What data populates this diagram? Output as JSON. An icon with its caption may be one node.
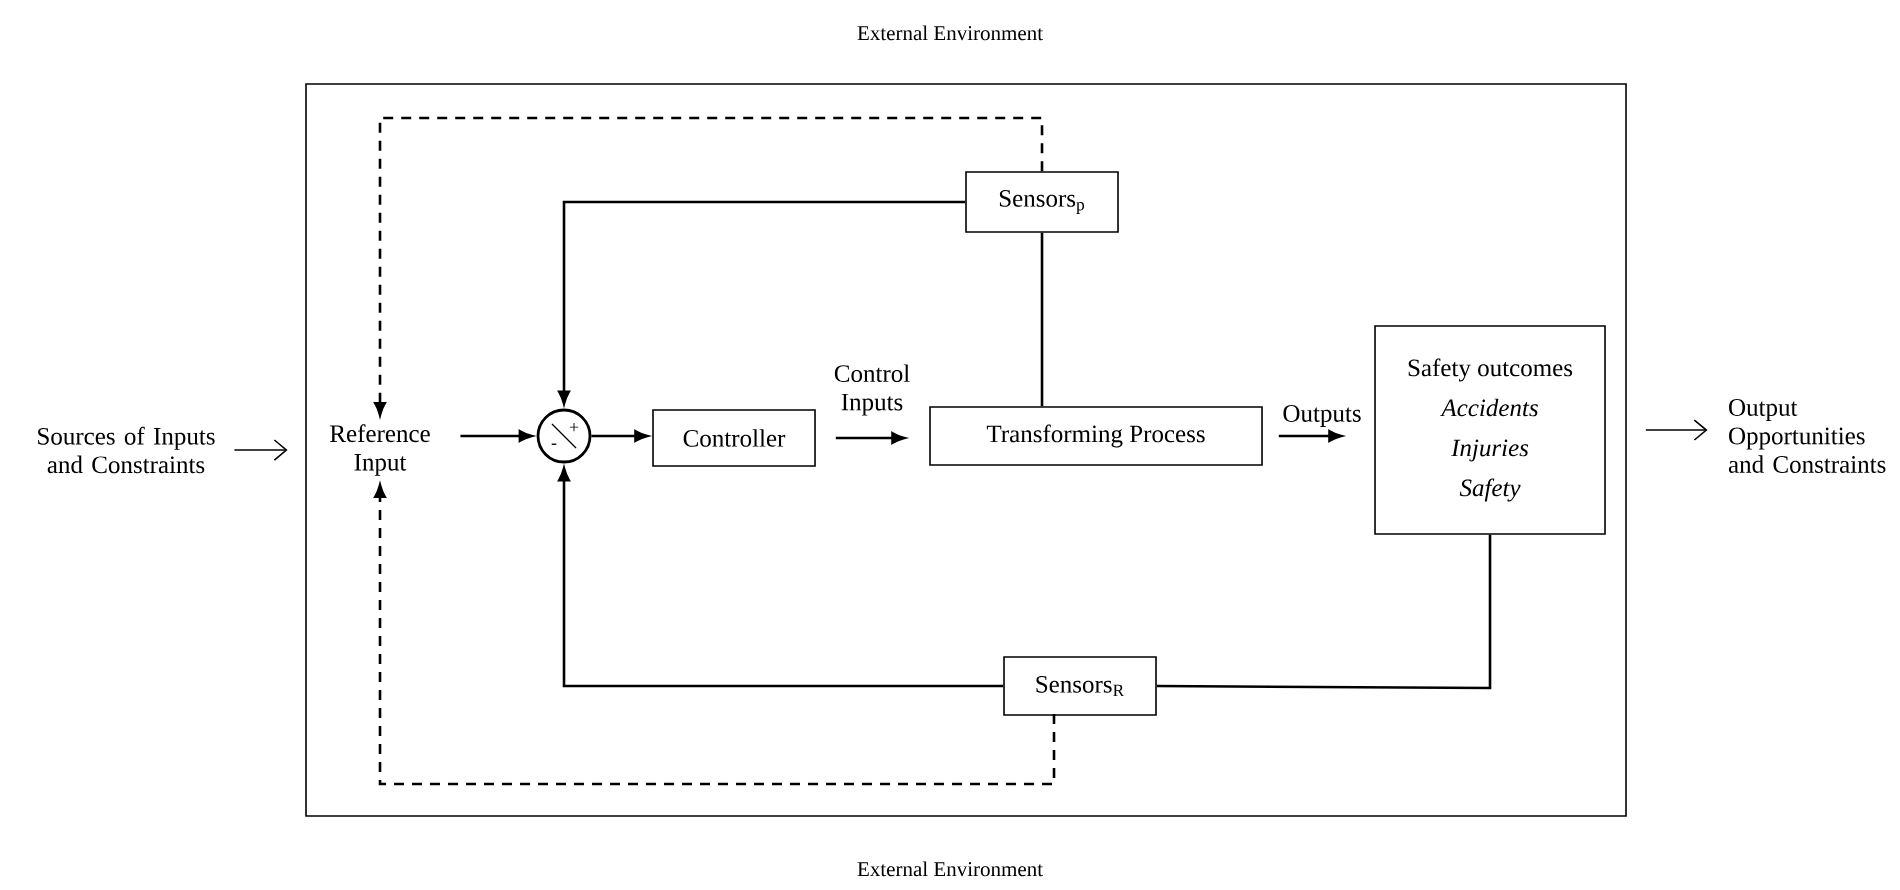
{
  "diagram": {
    "nodes": [
      {
        "text": [
          "External Environment",
          "External Environment"
        ]
      },
      {
        "text": [
          "Sources of Inputs and Constraints"
        ]
      },
      {
        "text": [
          "Reference Input"
        ],
        "in": 0
      },
      {
        "text": [
          "+",
          "-"
        ],
        "in": 0
      },
      {
        "text": [
          "Controller"
        ],
        "in": 0
      },
      {
        "text": [
          "Transforming Process"
        ],
        "in": 0
      },
      {
        "text": [
          "Sensors$_{p}$"
        ],
        "in": 0
      },
      {
        "text": [
          "Safety outcomes",
          "Accidents",
          "Injuries",
          "Safety"
        ],
        "in": 0
      },
      {
        "text": [
          "Sensors$_{R}$"
        ],
        "in": 0
      },
      {
        "text": [
          "Output Opportunities and Constraints"
        ]
      }
    ],
    "edges": [
      {
        "from": 1,
        "to": 2,
        "arrow": "to"
      },
      {
        "from": 2,
        "to": 3,
        "arrow": "to"
      },
      {
        "from": 3,
        "to": 4,
        "arrow": "to"
      },
      {
        "from": 4,
        "to": 5,
        "arrow": "to",
        "label": "Control Inputs"
      },
      {
        "from": 5,
        "to": 7,
        "arrow": "to",
        "label": "Outputs"
      },
      {
        "from": 7,
        "to": 9,
        "arrow": "to"
      },
      {
        "from": 5,
        "to": 6,
        "arrow": "none"
      },
      {
        "from": 6,
        "to": 3,
        "arrow": "to"
      },
      {
        "from": 6,
        "to": 2,
        "arrow": "to",
        "style": "dashed"
      },
      {
        "from": 7,
        "to": 8,
        "arrow": "none"
      },
      {
        "from": 8,
        "to": 3,
        "arrow": "to"
      },
      {
        "from": 8,
        "to": 2,
        "arrow": "to",
        "style": "dashed"
      }
    ]
  }
}
